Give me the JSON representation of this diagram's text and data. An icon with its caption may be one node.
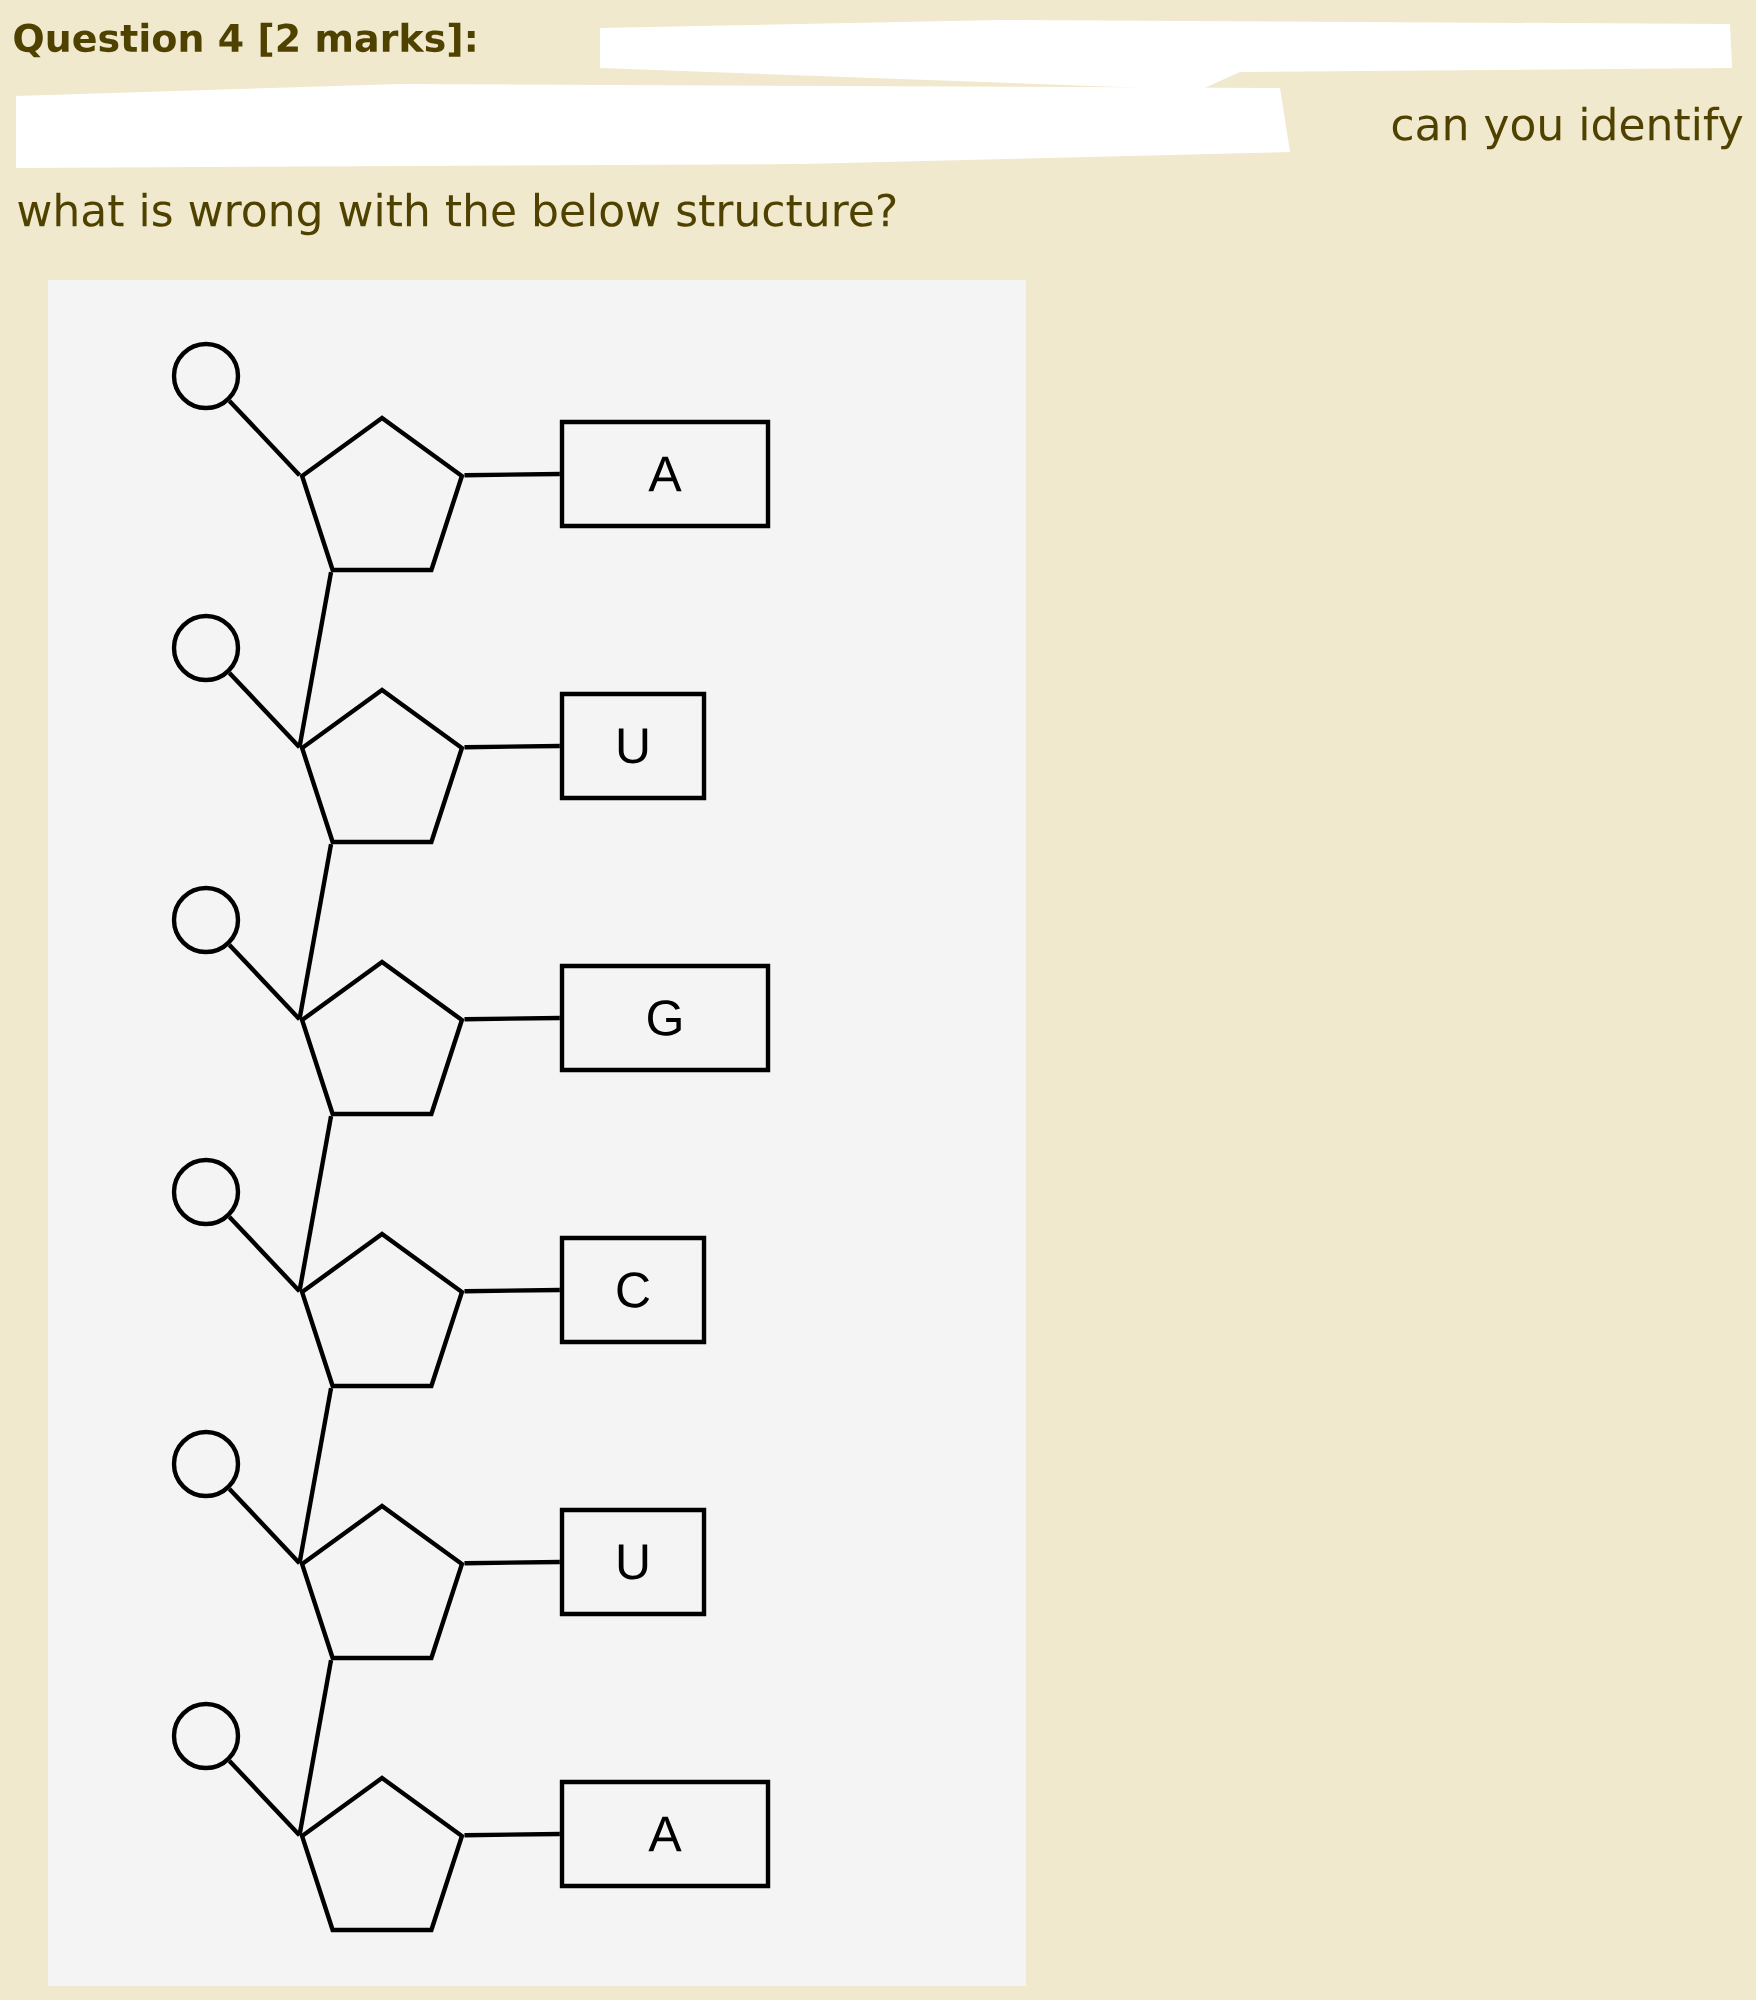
{
  "diagram": {
    "title": "Question 4 [2 marks]:",
    "nodes": [
      {
        "text": [],
        "shape": "circle"
      },
      {
        "text": [],
        "shape": "pentagon"
      },
      {
        "text": [
          "A"
        ]
      },
      {
        "text": [],
        "shape": "circle"
      },
      {
        "text": [],
        "shape": "pentagon"
      },
      {
        "text": [
          "U"
        ]
      },
      {
        "text": [],
        "shape": "circle"
      },
      {
        "text": [],
        "shape": "pentagon"
      },
      {
        "text": [
          "G"
        ]
      },
      {
        "text": [],
        "shape": "circle"
      },
      {
        "text": [],
        "shape": "pentagon"
      },
      {
        "text": [
          "C"
        ]
      },
      {
        "text": [],
        "shape": "circle"
      },
      {
        "text": [],
        "shape": "pentagon"
      },
      {
        "text": [
          "U"
        ]
      },
      {
        "text": [],
        "shape": "circle"
      },
      {
        "text": [],
        "shape": "pentagon"
      },
      {
        "text": [
          "A"
        ]
      }
    ],
    "edges": [
      {
        "from": 0,
        "to": 1,
        "arrow": "none"
      },
      {
        "from": 1,
        "to": 2,
        "arrow": "none"
      },
      {
        "from": 1,
        "to": 4,
        "arrow": "none"
      },
      {
        "from": 3,
        "to": 4,
        "arrow": "none"
      },
      {
        "from": 4,
        "to": 5,
        "arrow": "none"
      },
      {
        "from": 4,
        "to": 7,
        "arrow": "none"
      },
      {
        "from": 6,
        "to": 7,
        "arrow": "none"
      },
      {
        "from": 7,
        "to": 8,
        "arrow": "none"
      },
      {
        "from": 7,
        "to": 10,
        "arrow": "none"
      },
      {
        "from": 9,
        "to": 10,
        "arrow": "none"
      },
      {
        "from": 10,
        "to": 11,
        "arrow": "none"
      },
      {
        "from": 10,
        "to": 13,
        "arrow": "none"
      },
      {
        "from": 12,
        "to": 13,
        "arrow": "none"
      },
      {
        "from": 13,
        "to": 14,
        "arrow": "none"
      },
      {
        "from": 13,
        "to": 16,
        "arrow": "none"
      },
      {
        "from": 15,
        "to": 16,
        "arrow": "none"
      },
      {
        "from": 16,
        "to": 17,
        "arrow": "none"
      }
    ],
    "labels": [
      "can you identify",
      "what is wrong with the below structure?"
    ]
  }
}
